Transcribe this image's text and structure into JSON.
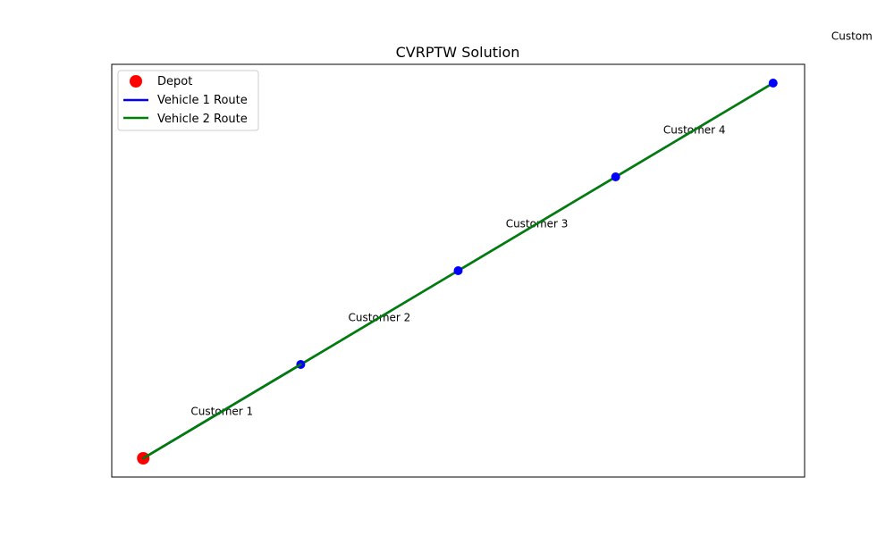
{
  "chart_data": {
    "type": "scatter",
    "title": "CVRPTW Solution",
    "xlabel": "",
    "ylabel": "",
    "xlim": [
      -0.2,
      4.2
    ],
    "ylim": [
      -0.2,
      4.2
    ],
    "grid": false,
    "axes_visible": false,
    "legend_position": "top-left",
    "depot": {
      "name": "Depot",
      "x": 0,
      "y": 0,
      "color": "#ff0000"
    },
    "customers": {
      "color": "#0000ff",
      "points": [
        {
          "x": 1,
          "y": 1
        },
        {
          "x": 2,
          "y": 2
        },
        {
          "x": 3,
          "y": 3
        },
        {
          "x": 4,
          "y": 4
        }
      ]
    },
    "annotations": [
      {
        "text": "Customer 1",
        "x": 0.5,
        "y": 0.5
      },
      {
        "text": "Customer 2",
        "x": 1.5,
        "y": 1.5
      },
      {
        "text": "Customer 3",
        "x": 2.5,
        "y": 2.5
      },
      {
        "text": "Customer 4",
        "x": 3.5,
        "y": 3.5
      },
      {
        "text": "Custom",
        "x": 4.5,
        "y": 4.5
      }
    ],
    "series": [
      {
        "name": "Vehicle 1 Route",
        "color": "#0000ff",
        "x": [
          0,
          1,
          2,
          3,
          4
        ],
        "y": [
          0,
          1,
          2,
          3,
          4
        ]
      },
      {
        "name": "Vehicle 2 Route",
        "color": "#008000",
        "x": [
          0,
          1,
          2,
          3,
          4
        ],
        "y": [
          0,
          1,
          2,
          3,
          4
        ]
      }
    ]
  }
}
